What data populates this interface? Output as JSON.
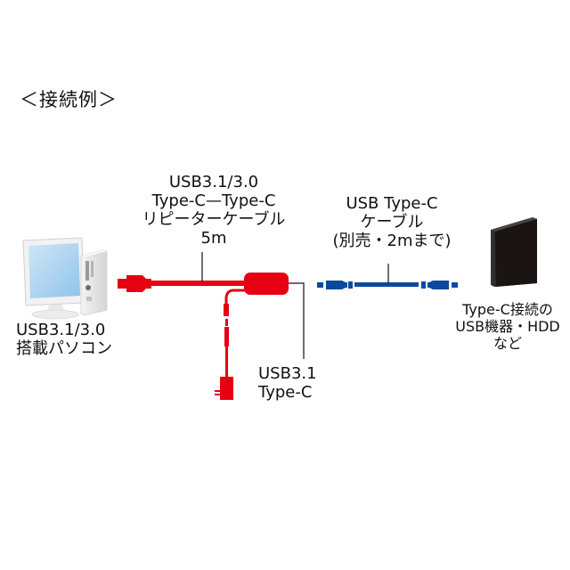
{
  "diagram": {
    "title": "＜接続例＞",
    "repeater_cable_label": [
      "USB3.1/3.0",
      "Type-C—Type-C",
      "リピーターケーブル",
      "5m"
    ],
    "usb_typec_cable_label": [
      "USB Type-C",
      "ケーブル",
      "(別売・2mまで)"
    ],
    "device_label": [
      "Type-C接続の",
      "USB機器・HDD",
      "など"
    ],
    "pc_label": [
      "USB3.1/3.0",
      "搭載パソコン"
    ],
    "power_port_label": [
      "USB3.1",
      "Type-C"
    ],
    "colors": {
      "repeater_cable": "#e60012",
      "typec_cable": "#0a4a9e",
      "hdd": "#1a1614",
      "leader_line": "#111111"
    },
    "icons": {
      "pc": "desktop-computer-icon",
      "hdd": "external-hdd-icon"
    }
  }
}
